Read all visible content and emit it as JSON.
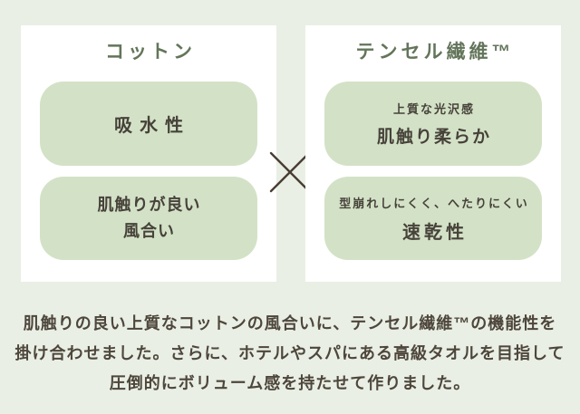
{
  "colors": {
    "background": "#e9efe4",
    "card_background": "#ffffff",
    "pill_background": "#d3e2c7",
    "title_text": "#63755a",
    "pill_text": "#47423a",
    "description_text": "#4e463c",
    "cross_stroke": "#493d33"
  },
  "left_card": {
    "title": "コットン",
    "pill1": {
      "main": "吸水性"
    },
    "pill2": {
      "line1": "肌触りが良い",
      "line2": "風合い"
    }
  },
  "right_card": {
    "title": "テンセル繊維™",
    "pill1": {
      "sub": "上質な光沢感",
      "main": "肌触り柔らか"
    },
    "pill2": {
      "sub": "型崩れしにくく、へたりにくい",
      "main": "速乾性"
    }
  },
  "cross_icon": "multiply",
  "description": {
    "line1": "肌触りの良い上質なコットンの風合いに、テンセル繊維™の機能性を",
    "line2": "掛け合わせました。さらに、ホテルやスパにある高級タオルを目指して",
    "line3": "圧倒的にボリューム感を持たせて作りました。"
  }
}
